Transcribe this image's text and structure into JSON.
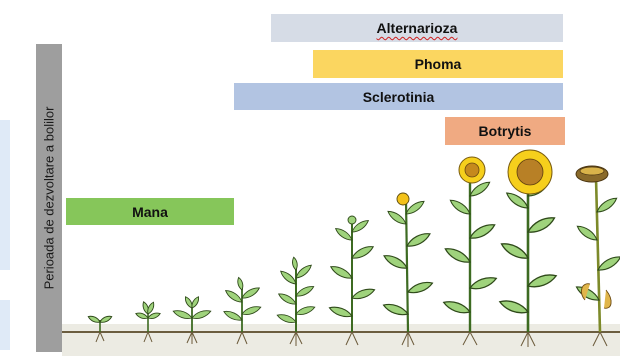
{
  "side_label": "Perioada de dezvoltare a bolilor",
  "diseases": [
    {
      "name": "Alternarioza",
      "color": "#d6dce6"
    },
    {
      "name": "Phoma",
      "color": "#fbd660"
    },
    {
      "name": "Sclerotinia",
      "color": "#b2c4e2"
    },
    {
      "name": "Botrytis",
      "color": "#f0aa82"
    },
    {
      "name": "Mana",
      "color": "#86c65a"
    }
  ]
}
